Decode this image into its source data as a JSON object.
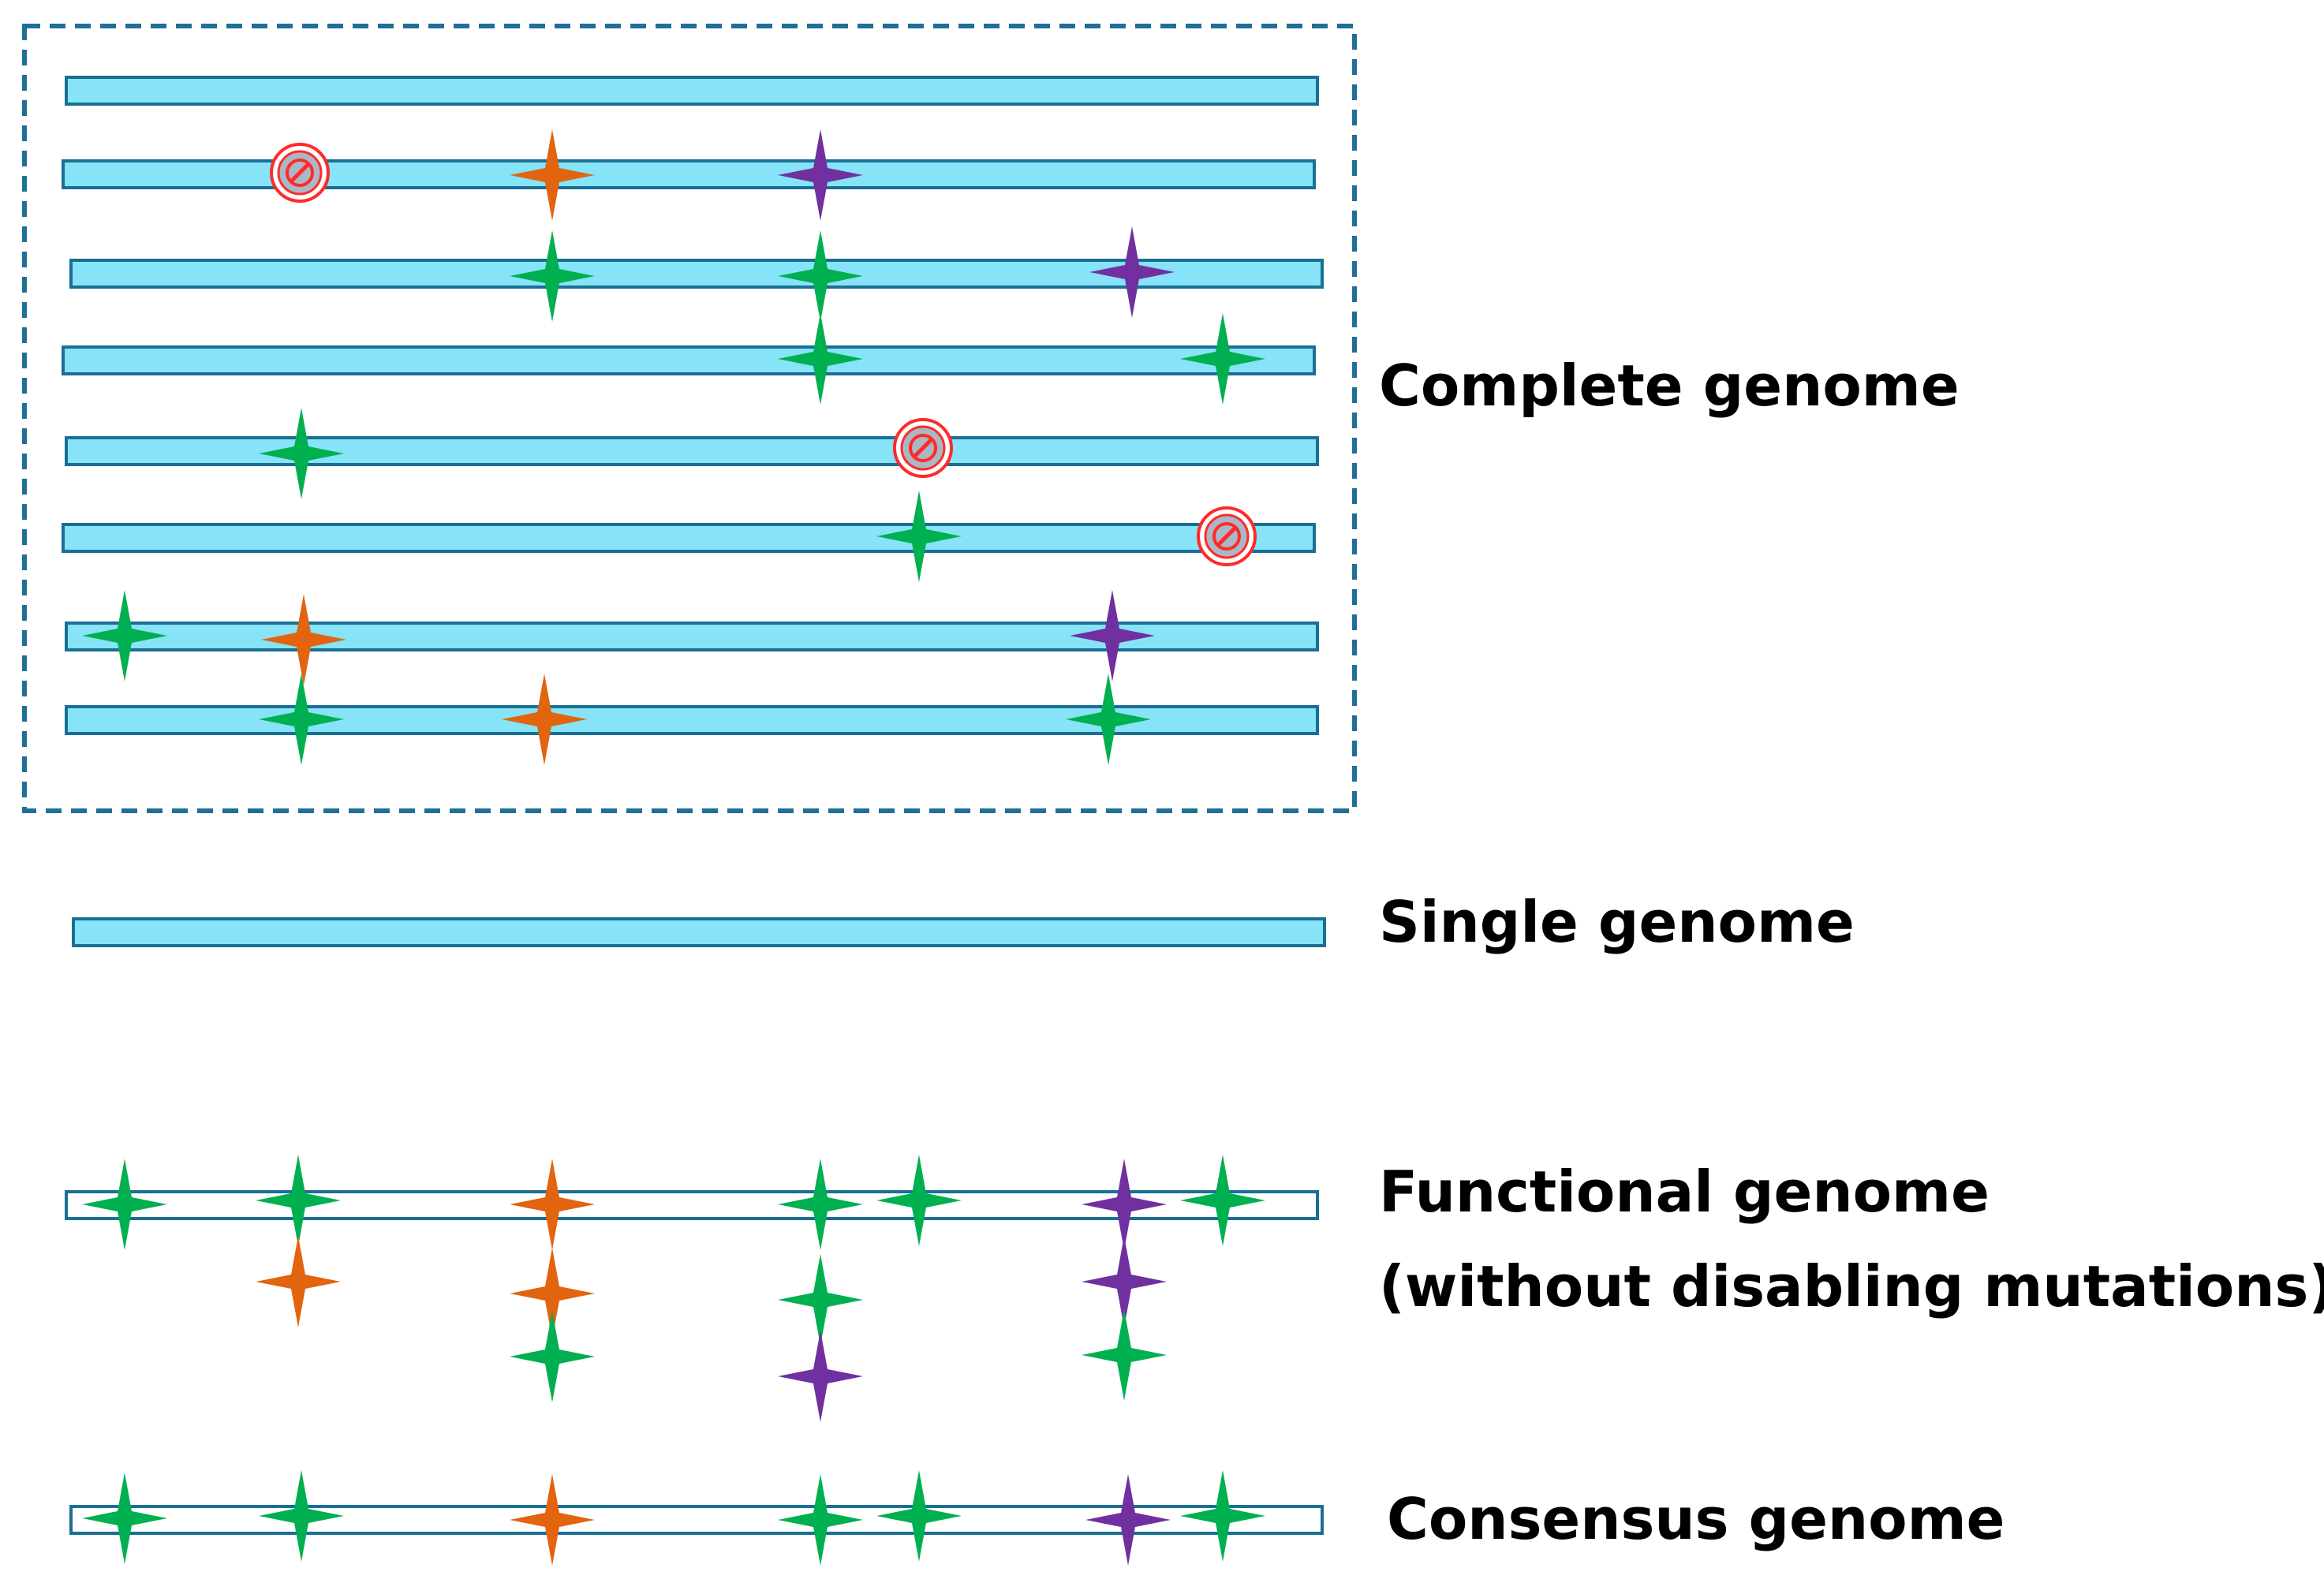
{
  "labels": {
    "complete": "Complete genome",
    "single": "Single genome",
    "functional_line1": "Functional genome",
    "functional_line2": "(without disabling mutations)",
    "consensus": "Consensus genome"
  },
  "colors": {
    "bar_fill": "#86e3f8",
    "bar_stroke": "#1a6f93",
    "dashed_box": "#1f6f96",
    "mutation_green": "#00b050",
    "mutation_orange": "#e2640e",
    "mutation_purple": "#7030a0",
    "disabling_red": "#ff2a2a",
    "disabling_fill": "#a9b8c4"
  },
  "legend_icons": {
    "mutation": "four-point-star-icon",
    "disabling_mutation": "prohibited-circle-icon"
  }
}
